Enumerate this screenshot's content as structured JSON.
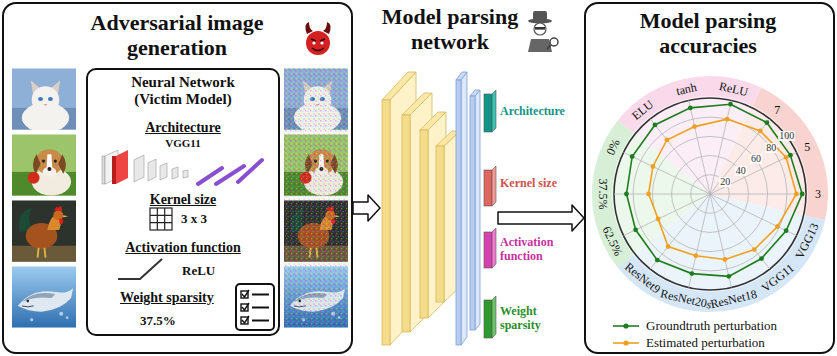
{
  "diagram": {
    "nodes": [
      {
        "text": [
          "Adversarial image generation"
        ]
      },
      {
        "text": [
          "Neural Network (Victim Model)",
          "Architecture",
          "VGG11",
          "Kernel size",
          "3 x 3",
          "Activation function",
          "ReLU",
          "Weight sparsity",
          "37.5%"
        ],
        "in": 0
      },
      {
        "text": [
          "Model parsing network"
        ]
      },
      {
        "text": [
          "Model parsing accuracies"
        ]
      }
    ],
    "edges": [
      {
        "from": 0,
        "to": 2,
        "arrow": "to"
      },
      {
        "from": 2,
        "to": 3,
        "arrow": "to"
      }
    ],
    "labels": [
      "Architecture",
      "Kernel size",
      "Activation function",
      "Weight sparsity",
      "tanh",
      "ReLU",
      "7",
      "5",
      "3",
      "VGG13",
      "VGG11",
      "ResNet18",
      "ResNet20s",
      "ResNet9",
      "62.5%",
      "37.5%",
      "0%",
      "ELU",
      "20",
      "40",
      "60",
      "80",
      "100"
    ],
    "legend": [
      {
        "text": "Groundtruth perturbation"
      },
      {
        "text": "Estimated perturbation"
      }
    ]
  }
}
